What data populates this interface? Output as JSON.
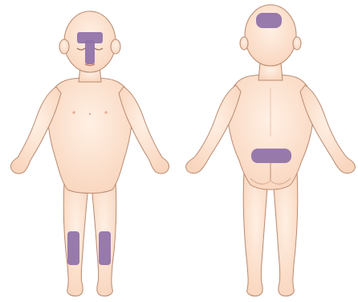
{
  "colors": {
    "skin": "#fde3cf",
    "skin_shadow": "#f2c7aa",
    "outline": "#b98a70",
    "mark": "#8f70a8",
    "background": "#ffffff"
  },
  "figures": [
    {
      "name": "front-view",
      "marked_regions": [
        "forehead",
        "nose",
        "left-shin",
        "right-shin"
      ]
    },
    {
      "name": "back-view",
      "marked_regions": [
        "back-of-head",
        "lower-back"
      ]
    }
  ]
}
